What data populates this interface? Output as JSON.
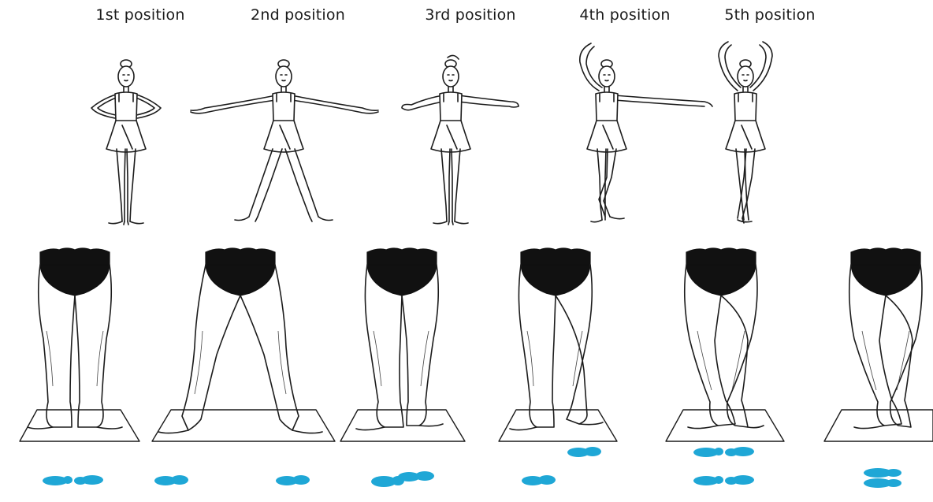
{
  "colors": {
    "ink": "#1c1c1c",
    "briefs": "#111111",
    "footprint": "#1fa7d6",
    "background": "#ffffff"
  },
  "positions": [
    {
      "label": "1st position",
      "arms": "low-rounded",
      "feet": "heels-together-turned-out"
    },
    {
      "label": "2nd position",
      "arms": "open-side",
      "feet": "apart-turned-out"
    },
    {
      "label": "3rd position",
      "arms": "one-front-one-side",
      "feet": "heel-to-arch"
    },
    {
      "label": "4th position",
      "arms": "one-up-one-side",
      "feet": "one-foot-forward"
    },
    {
      "label": "5th position",
      "arms": "both-up",
      "feet": "crossed-toe-to-heel"
    }
  ],
  "leg_figures_count": 6,
  "footprint_icon": "footprint-icon"
}
